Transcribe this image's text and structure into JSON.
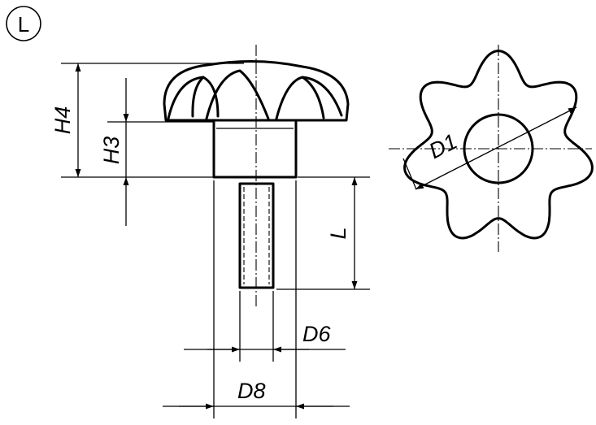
{
  "variant": {
    "letter": "L"
  },
  "dimensions": {
    "h4": "H4",
    "h3": "H3",
    "l": "L",
    "d6": "D6",
    "d8": "D8",
    "d1": "D1"
  },
  "colors": {
    "line": "#000000",
    "background": "#ffffff"
  }
}
